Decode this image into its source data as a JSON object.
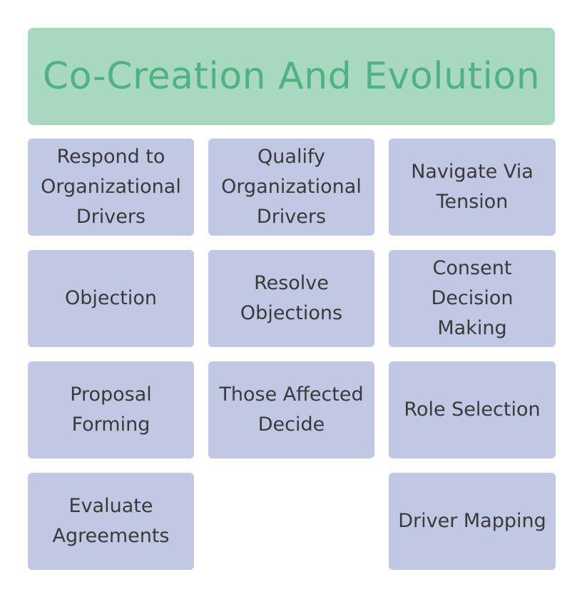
{
  "header": {
    "title": "Co-Creation And Evolution",
    "bg_color": "#a8d8bf",
    "text_color": "#4fb381"
  },
  "tile_color": "#c0c8e3",
  "tiles": [
    {
      "label": "Respond to\nOrganizational\nDrivers"
    },
    {
      "label": "Qualify\nOrganizational\nDrivers"
    },
    {
      "label": "Navigate Via\nTension"
    },
    {
      "label": "Objection"
    },
    {
      "label": "Resolve\nObjections"
    },
    {
      "label": "Consent\nDecision\nMaking"
    },
    {
      "label": "Proposal\nForming"
    },
    {
      "label": "Those Affected\nDecide"
    },
    {
      "label": "Role Selection"
    },
    {
      "label": "Evaluate\nAgreements"
    },
    {
      "label": ""
    },
    {
      "label": "Driver Mapping"
    }
  ]
}
